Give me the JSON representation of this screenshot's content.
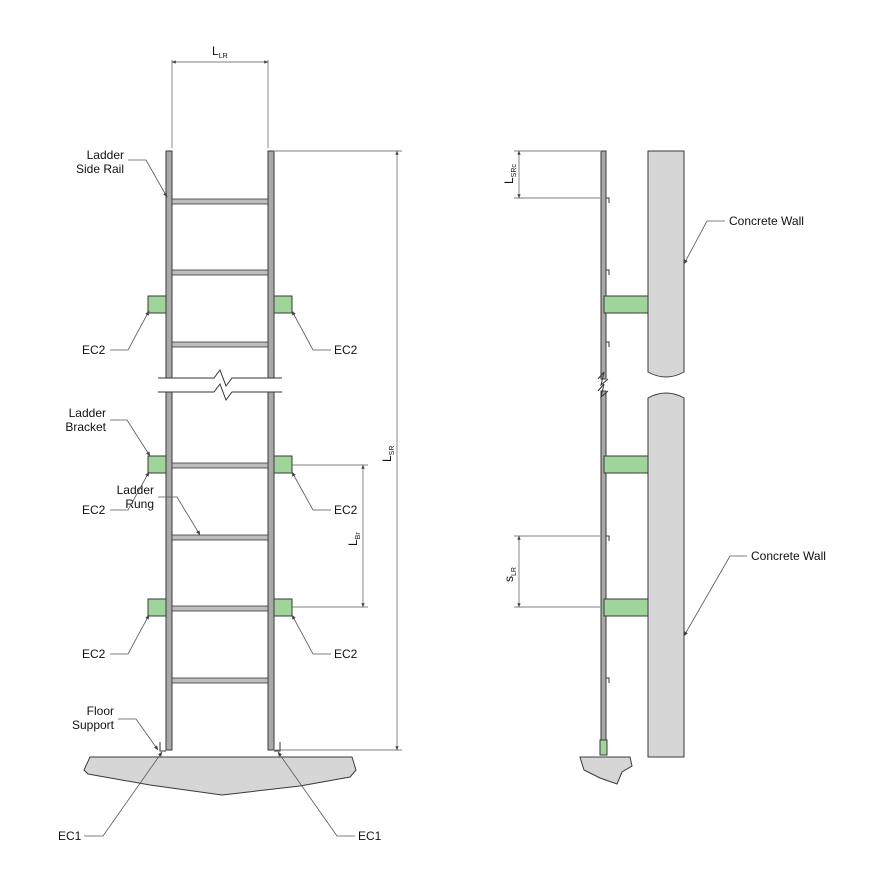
{
  "colors": {
    "bracket": "#9fd49a",
    "concrete": "#d6d6d6",
    "rail": "#a9a9a9",
    "rung": "#bdbdbd"
  },
  "labels": {
    "side_rail_line1": "Ladder",
    "side_rail_line2": "Side Rail",
    "bracket_line1": "Ladder",
    "bracket_line2": "Bracket",
    "rung_line1": "Ladder",
    "rung_line2": "Rung",
    "floor_support_line1": "Floor",
    "floor_support_line2": "Support",
    "ec2": "EC2",
    "ec1": "EC1",
    "concrete_wall": "Concrete Wall"
  },
  "dimensions": {
    "l_lr": {
      "main": "L",
      "sub": "LR"
    },
    "l_sr": {
      "main": "L",
      "sub": "SR"
    },
    "l_br": {
      "main": "L",
      "sub": "Br"
    },
    "l_src": {
      "main": "L",
      "sub": "SRc"
    },
    "s_lr": {
      "main": "s",
      "sub": "LR"
    }
  }
}
